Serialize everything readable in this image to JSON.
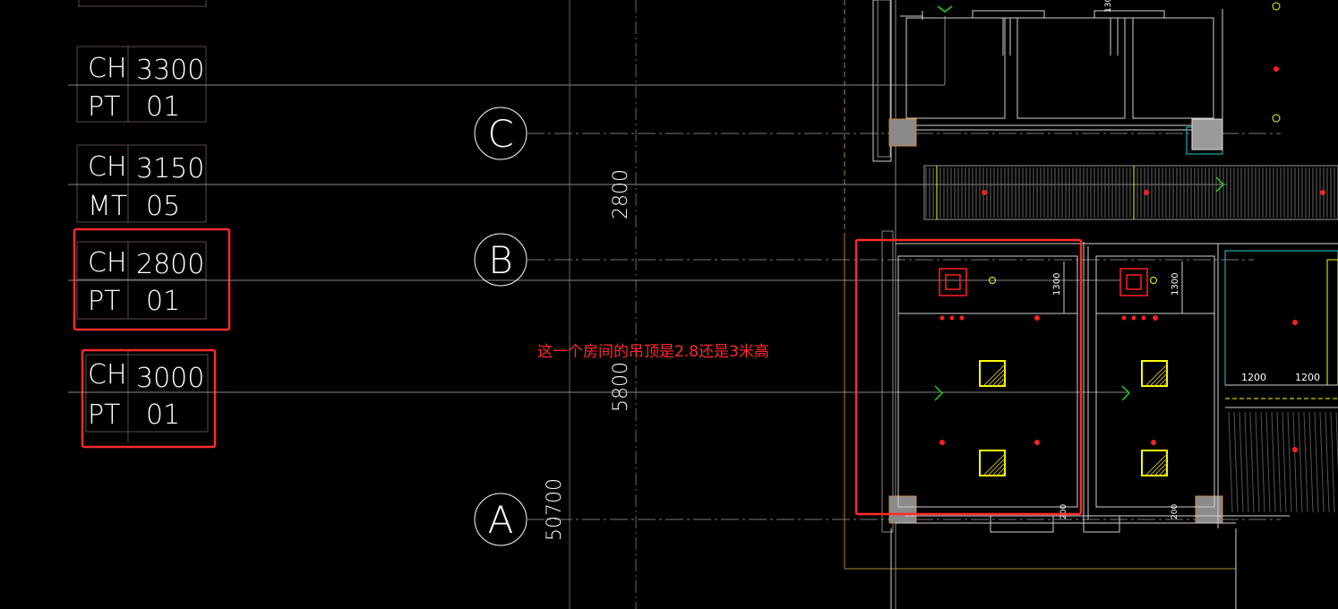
{
  "legend_tags": [
    {
      "code": "CH",
      "value": "3300",
      "mat": "PT",
      "num": "01",
      "highlighted": false
    },
    {
      "code": "CH",
      "value": "3150",
      "mat": "MT",
      "num": "05",
      "highlighted": false
    },
    {
      "code": "CH",
      "value": "2800",
      "mat": "PT",
      "num": "01",
      "highlighted": true
    },
    {
      "code": "CH",
      "value": "3000",
      "mat": "PT",
      "num": "01",
      "highlighted": true
    }
  ],
  "grid_axes": [
    {
      "label": "C"
    },
    {
      "label": "B"
    },
    {
      "label": "A"
    }
  ],
  "dimensions": {
    "vertical_2800": "2800",
    "vertical_5800": "5800",
    "vertical_50700": "50700",
    "room1_1300": "1300",
    "room2_1300": "1300",
    "right_1200a": "1200",
    "right_1200b": "1200",
    "room1_200": "200",
    "room2_200": "200"
  },
  "annotation": {
    "text": "这一个房间的吊顶是2.8还是3米高",
    "color": "#ff2a2a"
  },
  "colors": {
    "background": "#000000",
    "line": "#ffffff",
    "highlight_box": "#ff2a2a",
    "light_fixture": "#ffff00",
    "column": "#808080",
    "arrow": "#22cc22",
    "symbol": "#ff2020"
  }
}
